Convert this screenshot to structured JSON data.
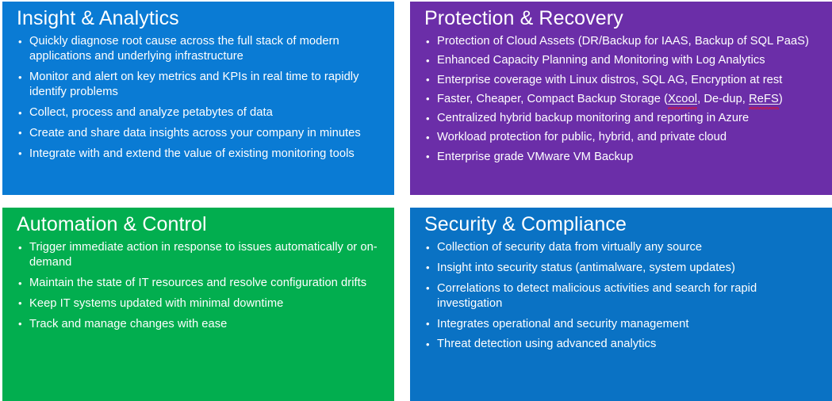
{
  "colors": {
    "insight_blue": "#0A7BD4",
    "protection_purple": "#6B2EA8",
    "automation_green": "#02AE4F",
    "security_blue": "#0A72C4",
    "text": "#FFFFFF",
    "spellcheck_red": "#E81123",
    "background": "#FFFFFF"
  },
  "panels": [
    {
      "id": "insight-analytics",
      "title": "Insight & Analytics",
      "color": "#0A7BD4",
      "bullets": [
        "Quickly diagnose root cause across the full stack of modern applications and underlying infrastructure",
        "Monitor and alert on key metrics and KPIs in real time to rapidly identify problems",
        "Collect, process and analyze petabytes of data",
        "Create and share data insights across your company in minutes",
        "Integrate with and extend the value of existing monitoring tools"
      ]
    },
    {
      "id": "protection-recovery",
      "title": "Protection & Recovery",
      "color": "#6B2EA8",
      "bullets": [
        "Protection of Cloud Assets (DR/Backup for IAAS, Backup of SQL PaaS)",
        "Enhanced Capacity Planning and Monitoring with Log Analytics",
        "Enterprise coverage with Linux distros, SQL AG, Encryption at rest",
        "Faster, Cheaper, Compact Backup Storage (Xcool, De-dup, ReFS)",
        "Centralized hybrid backup monitoring and reporting in Azure",
        "Workload protection for public, hybrid, and private cloud",
        "Enterprise grade VMware VM Backup"
      ],
      "spellcheck_words": [
        "Xcool",
        "ReFS"
      ]
    },
    {
      "id": "automation-control",
      "title": "Automation & Control",
      "color": "#02AE4F",
      "bullets": [
        "Trigger immediate action in response to issues automatically or on-demand",
        "Maintain the state of IT resources and resolve configuration drifts",
        "Keep IT systems updated with minimal downtime",
        "Track and manage changes with ease"
      ]
    },
    {
      "id": "security-compliance",
      "title": "Security & Compliance",
      "color": "#0A72C4",
      "bullets": [
        "Collection of security data from virtually any source",
        "Insight into security status (antimalware, system updates)",
        "Correlations to detect malicious activities and search for rapid investigation",
        "Integrates operational and security management",
        "Threat detection using advanced analytics"
      ]
    }
  ]
}
